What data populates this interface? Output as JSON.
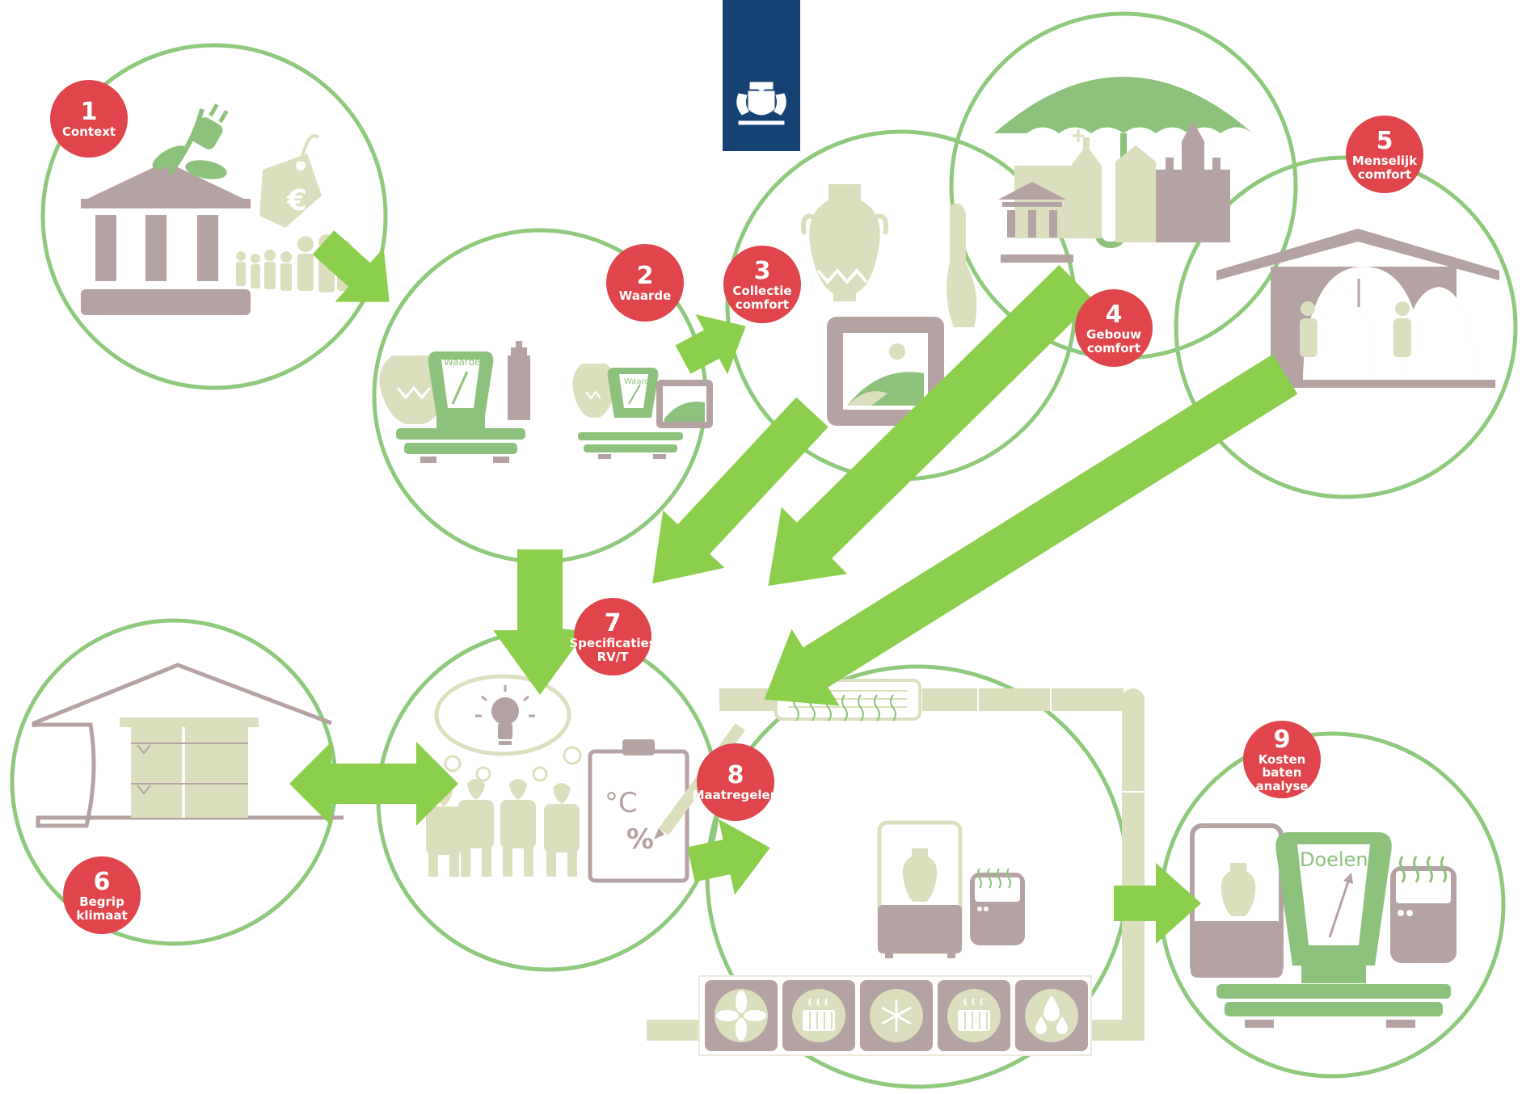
{
  "steps": [
    {
      "number": "1",
      "label": "Context"
    },
    {
      "number": "2",
      "label": "Waarde"
    },
    {
      "number": "3",
      "label": "Collectie comfort"
    },
    {
      "number": "4",
      "label": "Gebouw comfort"
    },
    {
      "number": "5",
      "label": "Menselijk comfort"
    },
    {
      "number": "6",
      "label": "Begrip klimaat"
    },
    {
      "number": "7",
      "label": "Specificaties RV/T"
    },
    {
      "number": "8",
      "label": "Maatregelen"
    },
    {
      "number": "9",
      "label": "Kosten baten analyse"
    }
  ],
  "scale_labels": {
    "waarde_large": "Waarde",
    "waarde_small": "Waarde",
    "doelen": "Doelen"
  },
  "clipboard": {
    "temp": "°C",
    "percent": "%"
  },
  "currency": "€",
  "measure_icons": [
    "fan-icon",
    "radiator-icon",
    "snowflake-icon",
    "radiator-icon",
    "water-drops-icon"
  ],
  "colors": {
    "circle": "#8ec97c",
    "arrow": "#8ccf4d",
    "badge": "#e0454b",
    "taupe": "#b5a3a3",
    "beige": "#dcdfbe",
    "green": "#8dc27c",
    "logo": "#154273"
  }
}
